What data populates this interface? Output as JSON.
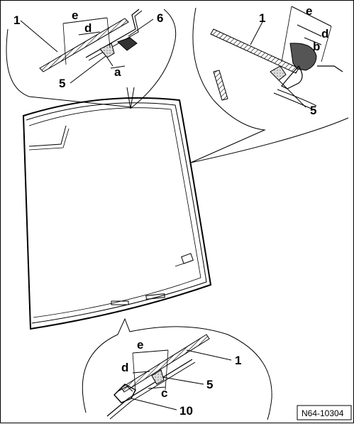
{
  "labels": {
    "tl_1": "1",
    "tl_e": "e",
    "tl_d": "d",
    "tl_6": "6",
    "tl_a": "a",
    "tl_5": "5",
    "tr_1": "1",
    "tr_e": "e",
    "tr_d": "d",
    "tr_b": "b",
    "tr_5": "5",
    "b_e": "e",
    "b_1": "1",
    "b_d": "d",
    "b_5": "5",
    "b_c": "c",
    "b_10": "10"
  },
  "figure_code": "N64-10304"
}
